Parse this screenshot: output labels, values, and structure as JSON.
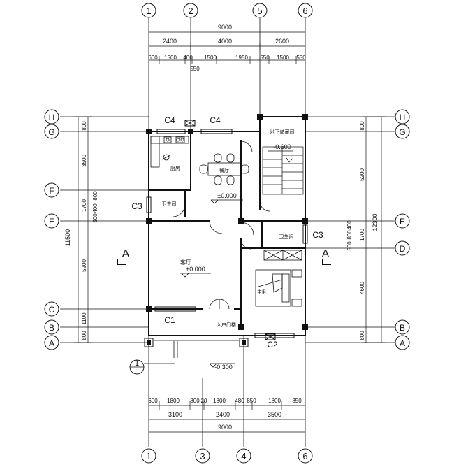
{
  "axes": {
    "top": [
      "1",
      "2",
      "5",
      "6"
    ],
    "bottom": [
      "1",
      "3",
      "4",
      "6"
    ],
    "left": [
      "H",
      "G",
      "F",
      "E",
      "C",
      "B",
      "A"
    ],
    "right": [
      "H",
      "G",
      "E",
      "D",
      "B",
      "A"
    ]
  },
  "dimensions": {
    "top_total": "9000",
    "top_row2": [
      "2400",
      "4000",
      "2600"
    ],
    "top_row3": [
      "600",
      "1500",
      "400",
      "1500",
      "1950",
      "550",
      "1500",
      "550"
    ],
    "top_extra": "550",
    "bottom_row1": [
      "600",
      "1800",
      "800",
      "20",
      "1800",
      "480",
      "850",
      "1800",
      "850"
    ],
    "bottom_row2": [
      "3100",
      "2400",
      "3500"
    ],
    "bottom_total": "9000",
    "left_col": [
      "800",
      "3500",
      "1700",
      "800",
      "400",
      "500",
      "5200",
      "1100",
      "800"
    ],
    "left_total": "11500",
    "right_col": [
      "800",
      "5200",
      "400",
      "800",
      "500",
      "1700",
      "4600",
      "800"
    ],
    "right_total": "12300"
  },
  "windows": {
    "c4a": "C4",
    "c4b": "C4",
    "c3_left": "C3",
    "c3_right": "C3",
    "c1": "C1",
    "c2": "C2"
  },
  "rooms": {
    "kitchen": "厨房",
    "dining": "餐厅",
    "dining_level": "±0.000",
    "bath1": "卫生间",
    "living": "客厅",
    "living_level": "±0.000",
    "bath2": "卫生间",
    "master": "主卧",
    "basement": "地下储藏间",
    "basement_level": "-0.600",
    "entry": "入户门楼",
    "outside_level": "-0.300"
  },
  "section_marks": {
    "left": "A",
    "right": "A"
  },
  "detail_ref": "1"
}
